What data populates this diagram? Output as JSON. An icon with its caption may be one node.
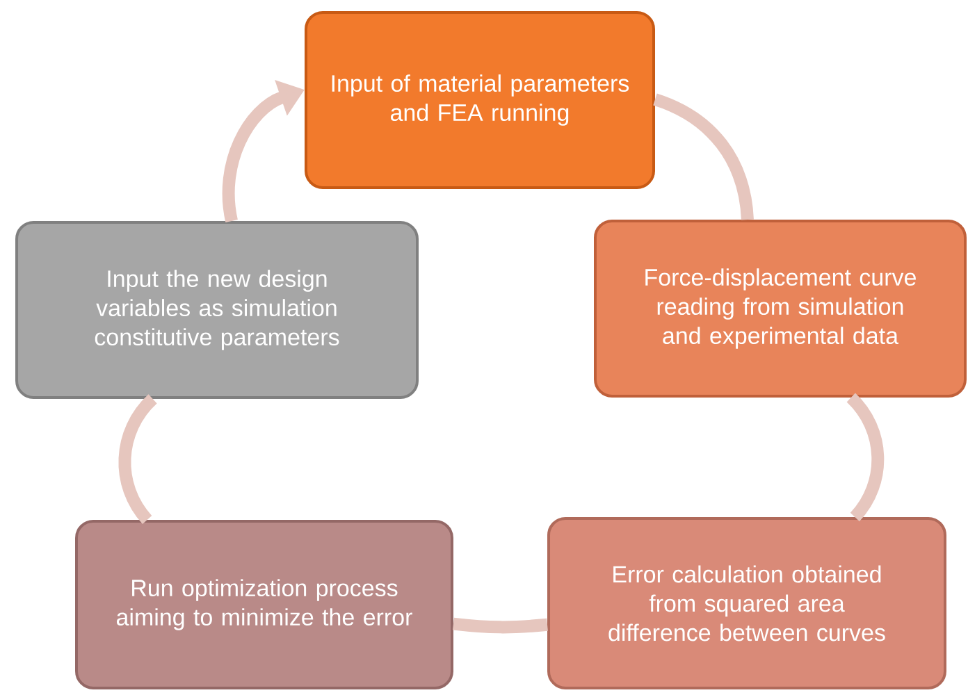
{
  "diagram": {
    "nodes": [
      {
        "text": [
          "Input of material parameters and FEA running"
        ]
      },
      {
        "text": [
          "Force-displacement curve reading from simulation and experimental data"
        ]
      },
      {
        "text": [
          "Error calculation obtained from squared area difference between curves"
        ]
      },
      {
        "text": [
          "Run optimization process aiming to minimize the error"
        ]
      },
      {
        "text": [
          "Input the new design variables as simulation constitutive parameters"
        ]
      }
    ],
    "edges": [
      {
        "from": 0,
        "to": 1,
        "arrow": "none"
      },
      {
        "from": 1,
        "to": 2,
        "arrow": "none"
      },
      {
        "from": 2,
        "to": 3,
        "arrow": "none"
      },
      {
        "from": 3,
        "to": 4,
        "arrow": "none"
      },
      {
        "from": 4,
        "to": 0,
        "arrow": "to"
      }
    ]
  }
}
